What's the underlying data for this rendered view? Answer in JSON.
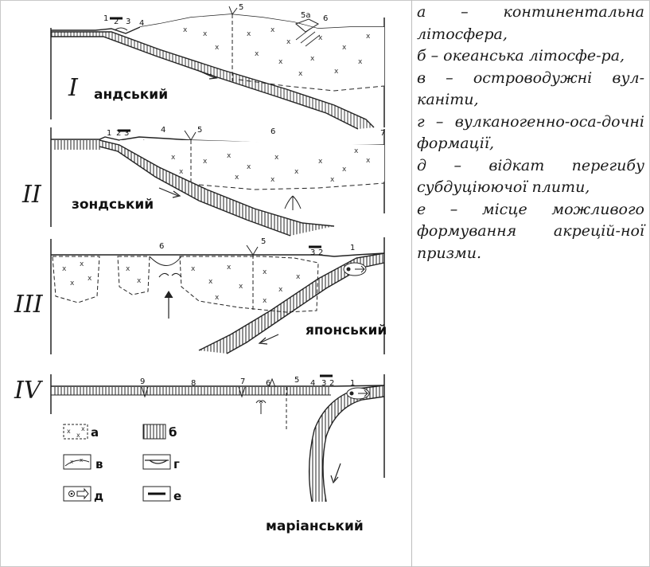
{
  "profiles": [
    {
      "roman": "I",
      "type": "андський",
      "numbers": [
        "1",
        "2",
        "3",
        "4",
        "5",
        "5a",
        "6"
      ]
    },
    {
      "roman": "II",
      "type": "зондський",
      "numbers": [
        "1",
        "2",
        "3",
        "4",
        "5",
        "6",
        "7"
      ]
    },
    {
      "roman": "III",
      "type": "японський",
      "numbers": [
        "6",
        "5",
        "3",
        "2",
        "1"
      ]
    },
    {
      "roman": "IV",
      "type": "маріанський",
      "numbers": [
        "9",
        "8",
        "7",
        "6",
        "5",
        "4",
        "3",
        "2",
        "1"
      ]
    }
  ],
  "legend": [
    {
      "key": "a",
      "label": "а",
      "pattern": "continental-lithosphere-icon"
    },
    {
      "key": "b",
      "label": "б",
      "pattern": "oceanic-lithosphere-icon"
    },
    {
      "key": "v",
      "label": "в",
      "pattern": "island-arc-volcanics-icon"
    },
    {
      "key": "g",
      "label": "г",
      "pattern": "volcanic-sedimentary-icon"
    },
    {
      "key": "d",
      "label": "д",
      "pattern": "rollback-arrow-icon"
    },
    {
      "key": "e",
      "label": "е",
      "pattern": "accretionary-prism-icon"
    }
  ],
  "caption": [
    "а – континентальна літосфера,",
    "б – океанська літосфе-ра,",
    "в – островодужні вул-каніти,",
    "г – вулканогенно-оса-дочні формації,",
    "д – відкат перегибу субдуціюючої плити,",
    "е – місце можливого формування акрецій-ної призми."
  ]
}
